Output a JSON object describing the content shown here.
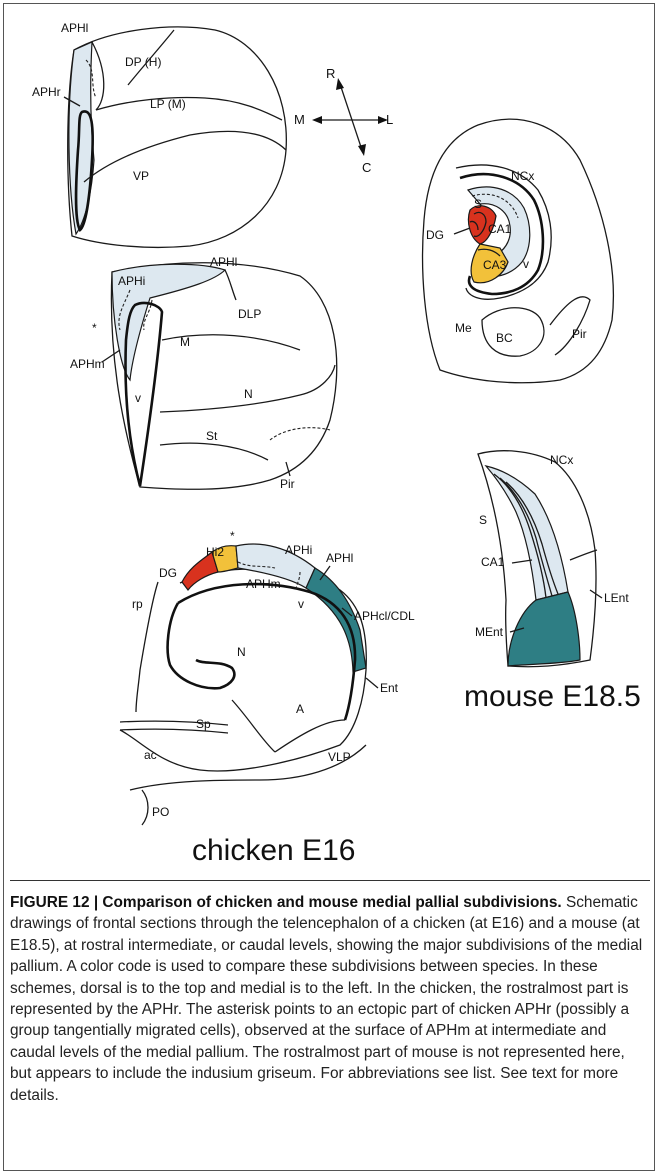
{
  "figure": {
    "orientation": {
      "r": "R",
      "m": "M",
      "l": "L",
      "c": "C"
    },
    "chicken_rostral": {
      "aphl": "APHl",
      "aphr": "APHr",
      "dp": "DP (H)",
      "lp": "LP (M)",
      "vp": "VP"
    },
    "chicken_intermediate": {
      "aphl": "APHl",
      "aphi": "APHi",
      "star": "*",
      "aphm": "APHm",
      "dlp": "DLP",
      "m": "M",
      "n": "N",
      "v": "v",
      "st": "St",
      "pir": "Pir"
    },
    "chicken_caudal": {
      "hi2": "Hi2",
      "star": "*",
      "aphi": "APHi",
      "aphl": "APHl",
      "dg": "DG",
      "aphm": "APHm",
      "aphcl": "APHcl/CDL",
      "rp": "rp",
      "v": "v",
      "n": "N",
      "ent": "Ent",
      "sp": "Sp",
      "a": "A",
      "ac": "ac",
      "vlp": "VLP",
      "po": "PO"
    },
    "mouse_rostral": {
      "ncx": "NCx",
      "s": "S",
      "ca1": "CA1",
      "dg": "DG",
      "ca3": "CA3",
      "v": "v",
      "me": "Me",
      "bc": "BC",
      "pir": "Pir"
    },
    "mouse_caudal": {
      "ncx": "NCx",
      "s": "S",
      "ca1": "CA1",
      "lent": "LEnt",
      "ment": "MEnt"
    },
    "chicken_title": "chicken E16",
    "mouse_title": "mouse E18.5",
    "colors": {
      "red": "#d8321e",
      "yellow": "#f2c13a",
      "blue": "#dde8f0",
      "teal": "#2e7e84"
    }
  },
  "caption": {
    "title": "FIGURE 12 | Comparison of chicken and mouse medial pallial subdivisions.",
    "body": " Schematic drawings of frontal sections through the telencephalon of a chicken (at E16) and a mouse (at E18.5), at rostral intermediate, or caudal levels, showing the major subdivisions of the medial pallium. A color code is used to compare these subdivisions between species. In these schemes, dorsal is to the top and medial is to the left. In the chicken, the rostralmost part is represented by the APHr. The asterisk points to an ectopic part of chicken APHr (possibly a group tangentially migrated cells), observed at the surface of APHm at intermediate and caudal levels of the medial pallium. The rostralmost part of mouse is not represented here, but appears to include the indusium griseum. For abbreviations see list. See text for more details."
  }
}
